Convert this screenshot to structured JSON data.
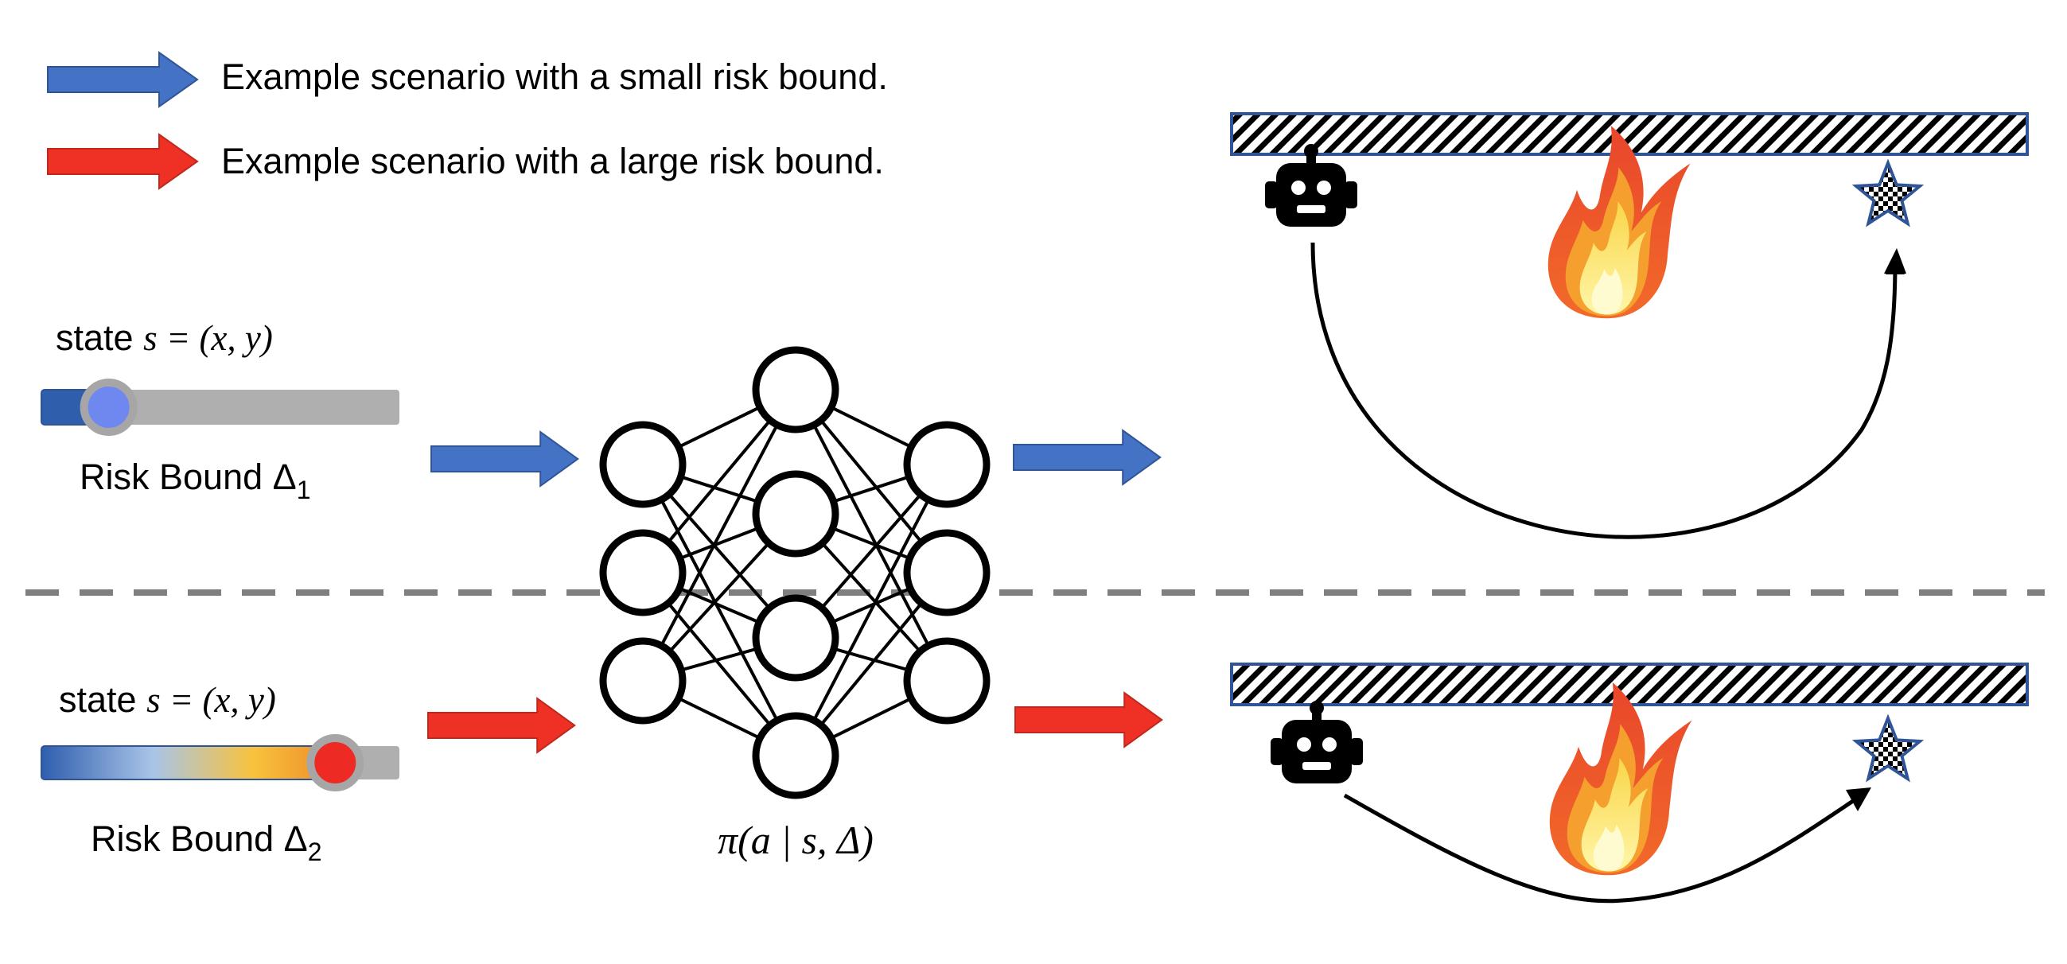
{
  "legend": {
    "small_risk": "Example scenario with a small risk bound.",
    "large_risk": "Example scenario with a large risk bound."
  },
  "top": {
    "state_prefix": "state ",
    "state_math": "s = (x, y)",
    "risk_label": "Risk Bound Δ",
    "risk_sub": "1",
    "slider_value": 0.14
  },
  "bottom": {
    "state_prefix": "state ",
    "state_math": "s = (x, y)",
    "risk_label": "Risk Bound Δ",
    "risk_sub": "2",
    "slider_value": 0.87
  },
  "policy_label": "π(a | s, Δ)",
  "network_layers": [
    3,
    4,
    3
  ],
  "colors": {
    "blue_arrow": "#4472C4",
    "red_arrow": "#EE3124",
    "blue_knob": "#6F88F0",
    "red_knob": "#EE2A24",
    "slider_track": "#AFAFAF",
    "knob_ring": "#A6A6A6",
    "dashed_line": "#7F7F7F",
    "wall_border": "#2F5597"
  },
  "icons": [
    "arrow-right-icon",
    "robot-icon",
    "fire-icon",
    "star-goal-icon"
  ]
}
